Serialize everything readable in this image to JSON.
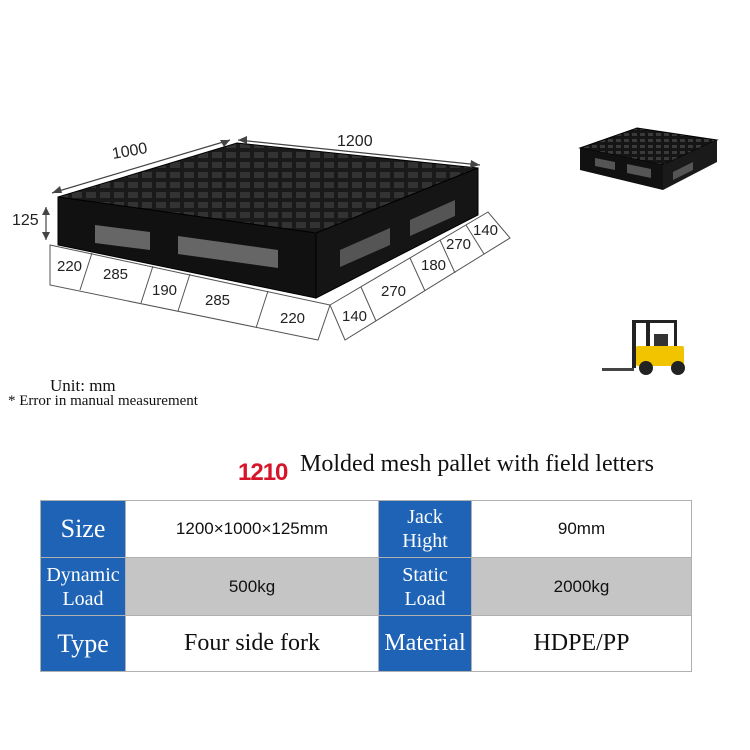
{
  "dimensions": {
    "length": "1200",
    "width": "1000",
    "height": "125",
    "front_segments": [
      "220",
      "285",
      "190",
      "285",
      "220"
    ],
    "side_segments": [
      "140",
      "270",
      "180",
      "270",
      "140"
    ]
  },
  "notes": {
    "unit": "Unit: mm",
    "error": "* Error in manual measurement"
  },
  "title": {
    "model": "1210",
    "text": "Molded mesh pallet with field letters"
  },
  "specs": {
    "size_label": "Size",
    "size_value": "1200×1000×125mm",
    "jack_label_1": "Jack",
    "jack_label_2": "Hight",
    "jack_value": "90mm",
    "dynamic_label_1": "Dynamic",
    "dynamic_label_2": "Load",
    "dynamic_value": "500kg",
    "static_label_1": "Static",
    "static_label_2": "Load",
    "static_value": "2000kg",
    "type_label": "Type",
    "type_value": "Four side fork",
    "material_label": "Material",
    "material_value": "HDPE/PP"
  },
  "colors": {
    "header_blue": "#1e63b6",
    "model_red": "#d6152a",
    "gray_row": "#c5c5c5"
  }
}
